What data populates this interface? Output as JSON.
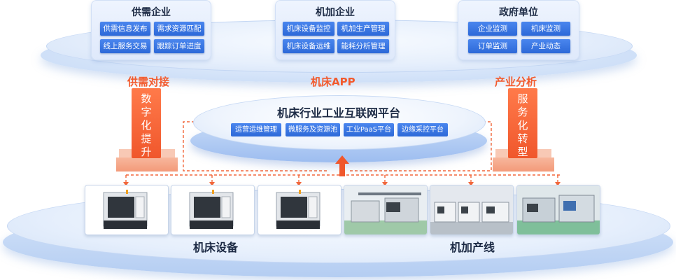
{
  "top_cards": [
    {
      "title": "供需企业",
      "items": [
        "供需信息发布",
        "需求资源匹配",
        "线上服务交易",
        "跟踪订单进度"
      ]
    },
    {
      "title": "机加企业",
      "items": [
        "机床设备监控",
        "机加生产管理",
        "机床设备运维",
        "能耗分析管理"
      ]
    },
    {
      "title": "政府单位",
      "items": [
        "企业监测",
        "机床监测",
        "订单监测",
        "产业动态"
      ]
    }
  ],
  "red_labels": {
    "left": "供需对接",
    "center": "机床APP",
    "right": "产业分析"
  },
  "vertical_bars": {
    "left": "数字化提升",
    "right": "服务化转型"
  },
  "platform": {
    "title": "机床行业工业互联网平台",
    "items": [
      "运营运维管理",
      "微服务及资源池",
      "工业PaaS平台",
      "边缘采控平台"
    ]
  },
  "photos": [
    {
      "kind": "cnc-machine"
    },
    {
      "kind": "cnc-machine"
    },
    {
      "kind": "cnc-machine"
    },
    {
      "kind": "production-line"
    },
    {
      "kind": "production-line"
    },
    {
      "kind": "production-line"
    }
  ],
  "bottom_labels": {
    "left": "机床设备",
    "right": "机加产线"
  },
  "colors": {
    "accent_blue": "#2d69d8",
    "accent_orange": "#f25a2d"
  }
}
